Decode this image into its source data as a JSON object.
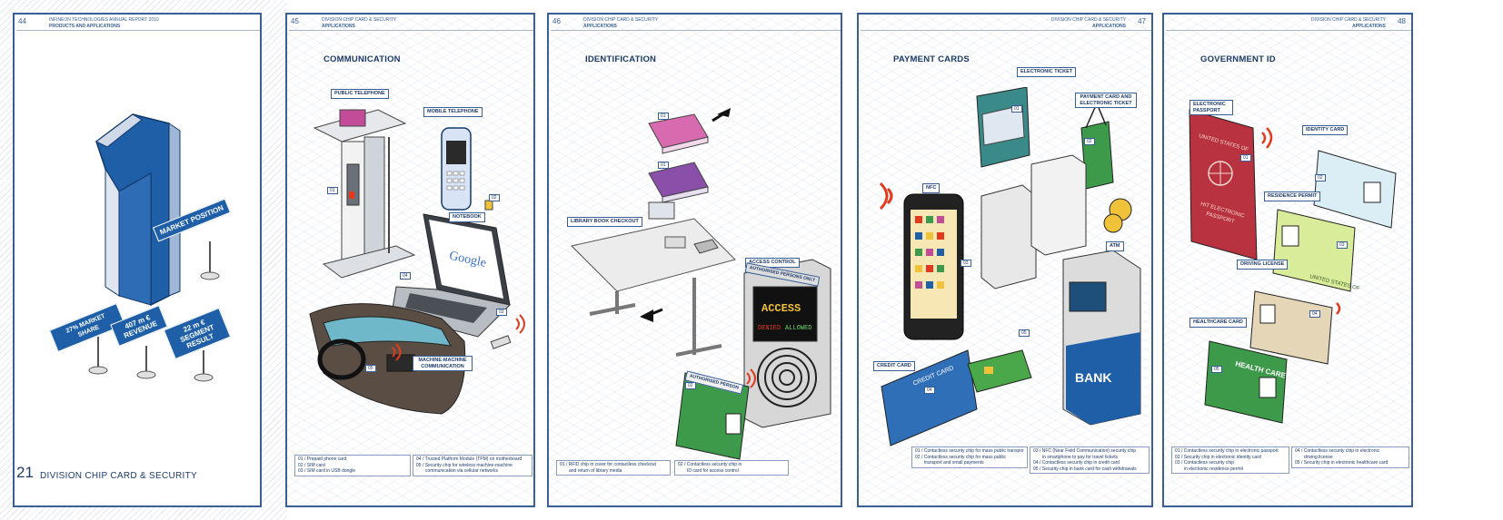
{
  "pages": [
    {
      "page_number": "44",
      "running_head": [
        "INFINEON TECHNOLOGIES ANNUAL REPORT 2010",
        "PRODUCTS AND APPLICATIONS"
      ],
      "signs": [
        "MARKET POSITION",
        "27% MARKET SHARE",
        "407 m € REVENUE",
        "22 m € SEGMENT RESULT"
      ],
      "chapter_number": "21",
      "chapter_title": "DIVISION CHIP CARD & SECURITY"
    },
    {
      "page_number": "45",
      "running_head": [
        "DIVISION CHIP CARD & SECURITY",
        "APPLICATIONS"
      ],
      "title": "COMMUNICATION",
      "labels": [
        "PUBLIC TELEPHONE",
        "MOBILE TELEPHONE",
        "NOTEBOOK",
        "MACHINE-MACHINE COMMUNICATION"
      ],
      "numbers": [
        "01",
        "02",
        "03",
        "04",
        "05"
      ],
      "legend_left": [
        "01 / Prepaid phone card",
        "02 / SIM card",
        "03 / SIM card in USB dongle"
      ],
      "legend_right": [
        "04 / Trusted Platform Module (TPM) on motherboard",
        "05 / Security chip for wireless machine-machine",
        "communication via cellular networks"
      ],
      "screen_text": "Google"
    },
    {
      "page_number": "46",
      "running_head": [
        "DIVISION CHIP CARD & SECURITY",
        "APPLICATIONS"
      ],
      "title": "IDENTIFICATION",
      "labels": [
        "LIBRARY BOOK CHECKOUT",
        "ACCESS CONTROL"
      ],
      "numbers": [
        "01",
        "01",
        "02"
      ],
      "legend_left": [
        "01 / RFID chip in cover for contactless checkout",
        "and return of library media"
      ],
      "legend_right": [
        "02 / Contactless security chip in",
        "ID card for access control"
      ],
      "reader_sign": "AUTHORISED PERSONS ONLY",
      "reader_screen": [
        "ACCESS",
        "DENIED",
        "ALLOWED"
      ],
      "card_text": "AUTHORISED PERSON"
    },
    {
      "page_number": "47",
      "running_head": [
        "DIVISION CHIP CARD & SECURITY",
        "APPLICATIONS"
      ],
      "title": "PAYMENT CARDS",
      "labels": [
        "ELECTRONIC TICKET",
        "PAYMENT CARD AND ELECTRONIC TICKET",
        "NFC",
        "ATM",
        "CREDIT CARD"
      ],
      "numbers": [
        "01",
        "02",
        "03",
        "04",
        "05"
      ],
      "legend_left": [
        "01 / Contactless security chip for mass public transport",
        "02 / Contactless security chip for mass public",
        "transport and small payments"
      ],
      "legend_right": [
        "03 / NFC (Near Field Communication) security chip",
        "in smartphone to pay for travel tickets",
        "04 / Contactless security chip in credit card",
        "05 / Security chip in bank card for cash withdrawals"
      ],
      "atm_text": "BANK",
      "card_text": "CREDIT CARD"
    },
    {
      "page_number": "48",
      "running_head": [
        "DIVISION CHIP CARD & SECURITY",
        "APPLICATIONS"
      ],
      "title": "GOVERNMENT ID",
      "labels": [
        "ELECTRONIC PASSPORT",
        "IDENTITY CARD",
        "RESIDENCE PERMIT",
        "DRIVING LICENSE",
        "HEALTHCARE CARD"
      ],
      "numbers": [
        "01",
        "02",
        "03",
        "04",
        "05"
      ],
      "legend_left": [
        "01 / Contactless security chip in electronic passport",
        "02 / Security chip in electronic identity card",
        "03 / Contactless security chip",
        "in electronic residence permit"
      ],
      "legend_right": [
        "04 / Contactless security chip in electronic",
        "driving license",
        "05 / Security chip in electronic healthcare card"
      ],
      "passport_text": [
        "UNITED STATES OF",
        "HIT ELECTRONIC",
        "PASSPORT"
      ],
      "card_text": "HEALTH CARE",
      "permit_text": "UNITED STATES OF"
    }
  ],
  "colors": {
    "navy": "#1d3a6b",
    "frame": "#3a5f96",
    "blue": "#1f5fa8",
    "green": "#3c9a4a",
    "red": "#e23a1f",
    "magenta": "#c24c98"
  }
}
